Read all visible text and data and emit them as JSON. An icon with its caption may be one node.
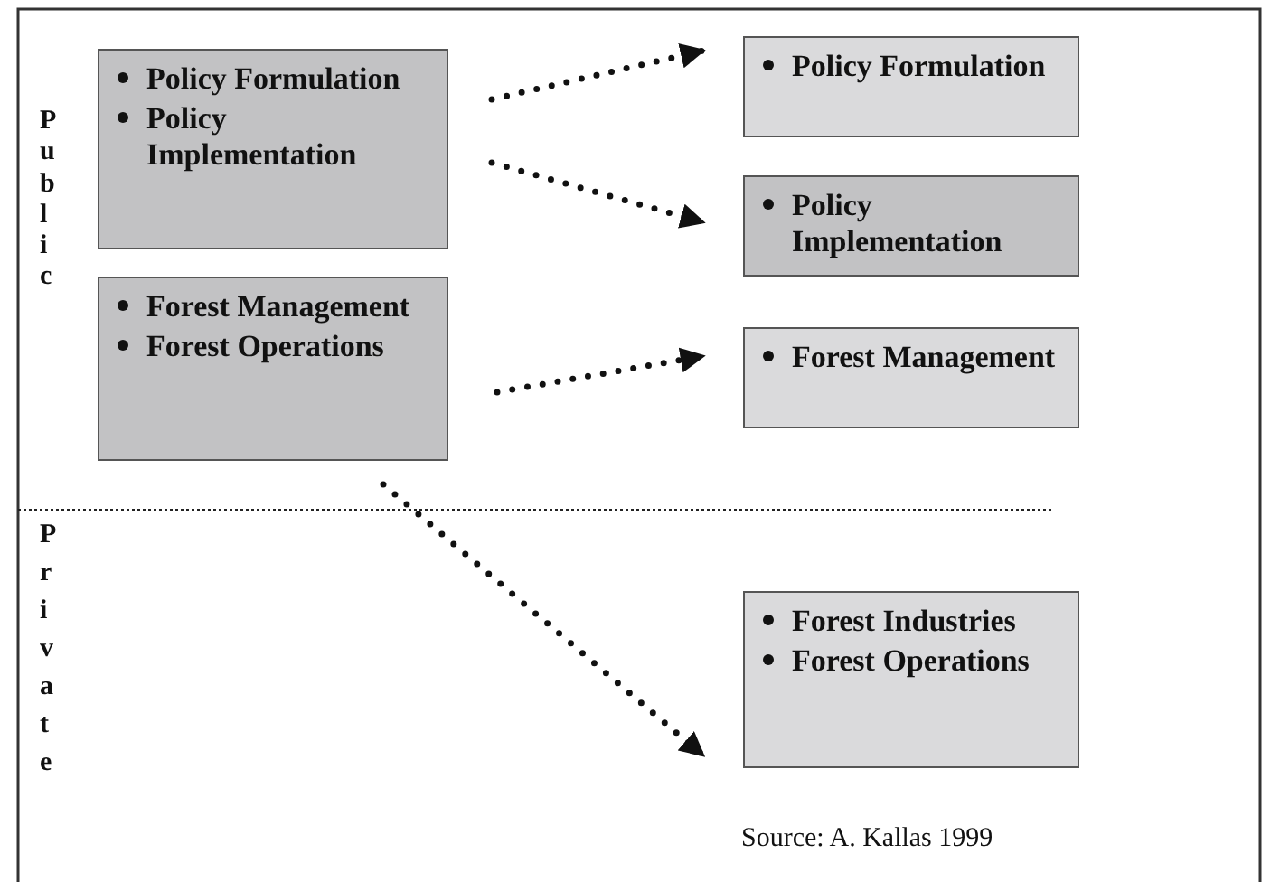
{
  "diagram": {
    "caption": "Source: A. Kallas 1999",
    "nodes": [
      {
        "text": [
          "Policy Formulation",
          "Policy Implementation"
        ]
      },
      {
        "text": [
          "Forest Management",
          "Forest Operations"
        ]
      },
      {
        "text": [
          "Policy Formulation"
        ]
      },
      {
        "text": [
          "Policy Implementation"
        ]
      },
      {
        "text": [
          "Forest Management"
        ]
      },
      {
        "text": [
          "Forest Industries",
          "Forest Operations"
        ]
      }
    ],
    "edges": [
      {
        "from": 0,
        "to": 2,
        "arrow": "to"
      },
      {
        "from": 0,
        "to": 3,
        "arrow": "to"
      },
      {
        "from": 1,
        "to": 4,
        "arrow": "to"
      },
      {
        "from": 1,
        "to": 5,
        "arrow": "to"
      }
    ],
    "labels": [
      "Public",
      "Private"
    ]
  }
}
